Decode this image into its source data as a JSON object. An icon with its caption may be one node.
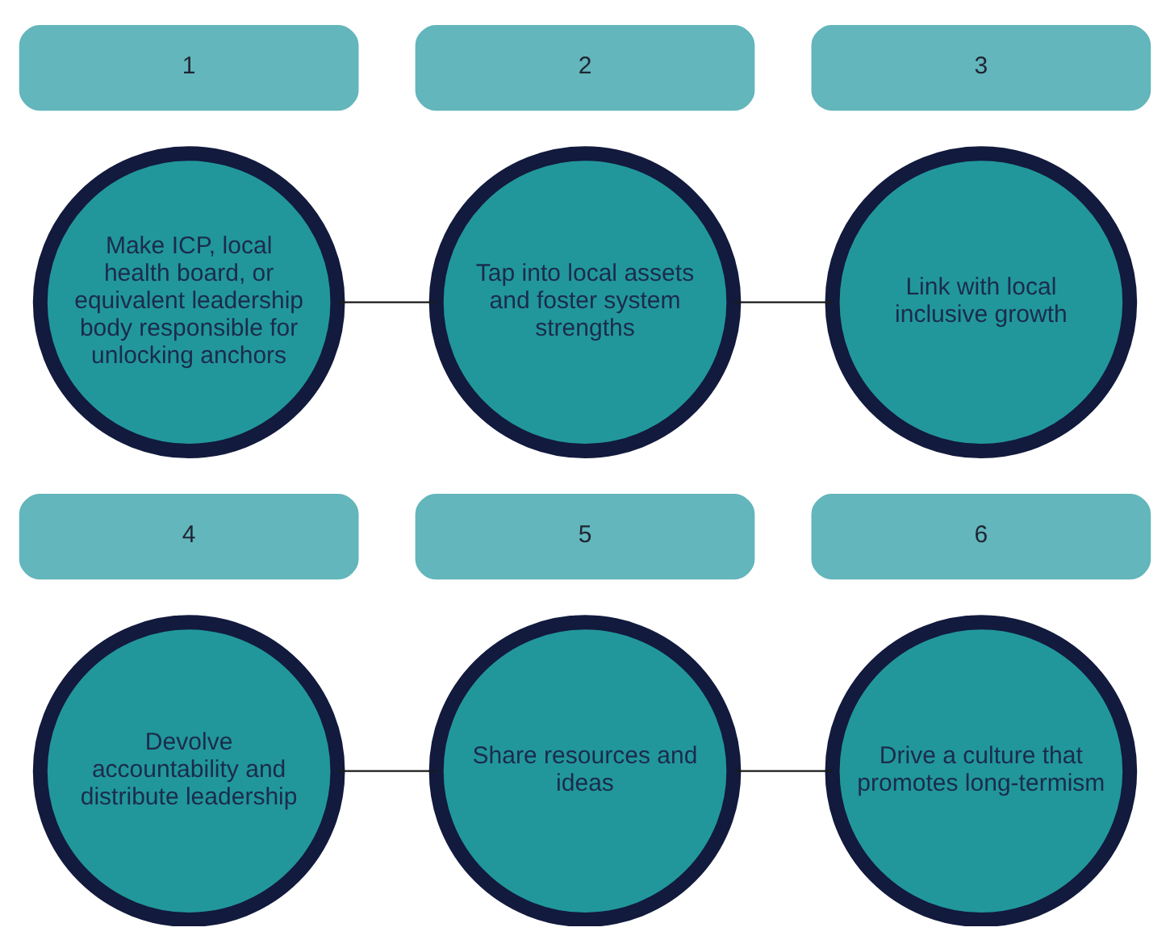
{
  "diagram": {
    "nodes": [
      {
        "text": [
          "1"
        ]
      },
      {
        "text": [
          "2"
        ]
      },
      {
        "text": [
          "3"
        ]
      },
      {
        "text": [
          "Make ICP, local health board, or equivalent leadership body responsible for unlocking anchors"
        ]
      },
      {
        "text": [
          "Tap into local assets and foster system strengths"
        ]
      },
      {
        "text": [
          "Link with local inclusive growth"
        ]
      },
      {
        "text": [
          "4"
        ]
      },
      {
        "text": [
          "5"
        ]
      },
      {
        "text": [
          "6"
        ]
      },
      {
        "text": [
          "Devolve accountability and distribute leadership"
        ]
      },
      {
        "text": [
          "Share resources and ideas"
        ]
      },
      {
        "text": [
          "Drive a culture that promotes long-termism"
        ]
      }
    ],
    "edges": [
      {
        "from": 3,
        "to": 4,
        "arrow": "none"
      },
      {
        "from": 4,
        "to": 5,
        "arrow": "none"
      },
      {
        "from": 9,
        "to": 10,
        "arrow": "none"
      },
      {
        "from": 10,
        "to": 11,
        "arrow": "none"
      }
    ]
  }
}
